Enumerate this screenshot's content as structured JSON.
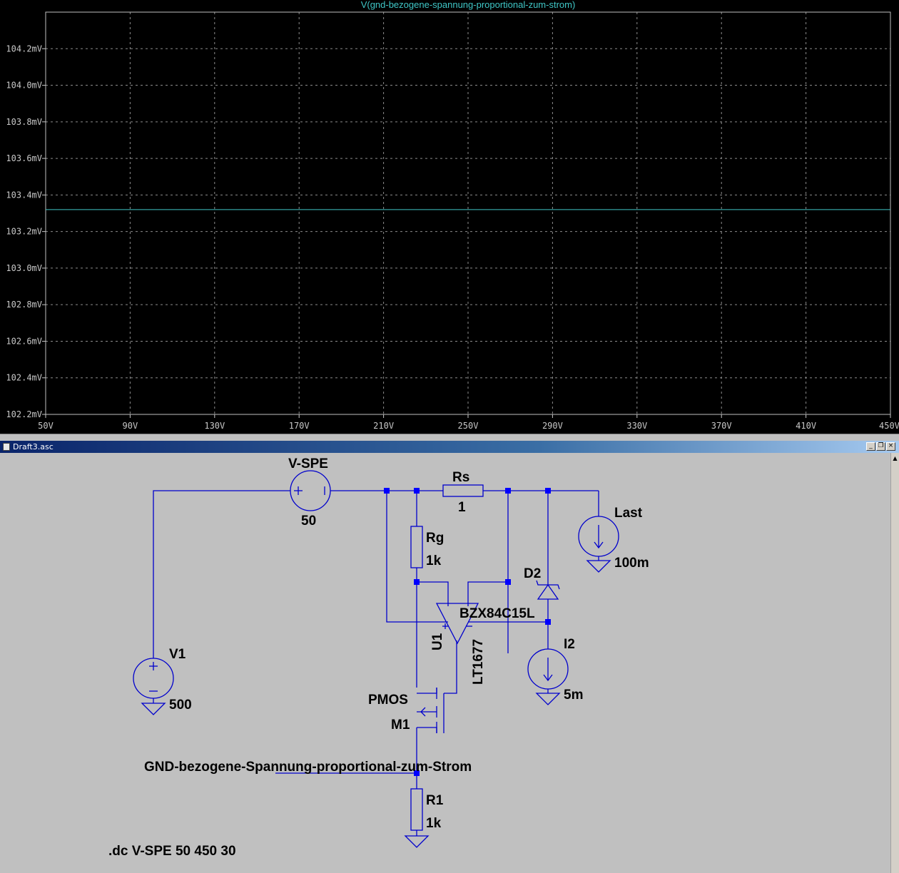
{
  "plot": {
    "trace_label": "V(gnd-bezogene-spannung-proportional-zum-strom)",
    "colors": {
      "background": "#000000",
      "grid": "#8c8c8c",
      "trace": "#3fc6c6",
      "text": "#c8c8c8"
    }
  },
  "chart_data": {
    "type": "line",
    "series": [
      {
        "name": "V(gnd-bezogene-spannung-proportional-zum-strom)",
        "x": [
          50,
          90,
          130,
          170,
          210,
          250,
          290,
          330,
          370,
          410,
          450
        ],
        "y": [
          103.32,
          103.32,
          103.32,
          103.32,
          103.32,
          103.32,
          103.32,
          103.32,
          103.32,
          103.32,
          103.32
        ]
      }
    ],
    "xlim": [
      50,
      450
    ],
    "ylim": [
      102.2,
      104.4
    ],
    "x_ticks": [
      50,
      90,
      130,
      170,
      210,
      250,
      290,
      330,
      370,
      410,
      450
    ],
    "x_tick_labels": [
      "50V",
      "90V",
      "130V",
      "170V",
      "210V",
      "250V",
      "290V",
      "330V",
      "370V",
      "410V",
      "450V"
    ],
    "y_ticks": [
      102.2,
      102.4,
      102.6,
      102.8,
      103.0,
      103.2,
      103.4,
      103.6,
      103.8,
      104.0,
      104.2
    ],
    "y_tick_labels": [
      "102.2mV",
      "102.4mV",
      "102.6mV",
      "102.8mV",
      "103.0mV",
      "103.2mV",
      "103.4mV",
      "103.6mV",
      "103.8mV",
      "104.0mV",
      "104.2mV"
    ],
    "grid": true
  },
  "window": {
    "title": "Draft3.asc",
    "buttons": {
      "minimize": "_",
      "restore": "❐",
      "close": "×"
    }
  },
  "schematic": {
    "colors": {
      "wire": "#0000cc",
      "junction": "#0000ff",
      "text": "#000000"
    },
    "labels": {
      "vspe_name": "V-SPE",
      "vspe_value": "50",
      "rs_name": "Rs",
      "rs_value": "1",
      "last_name": "Last",
      "last_value": "100m",
      "rg_name": "Rg",
      "rg_value": "1k",
      "d2_name": "D2",
      "d2_value": "BZX84C15L",
      "u1_name": "U1",
      "u1_value": "LT1677",
      "i2_name": "I2",
      "i2_value": "5m",
      "v1_name": "V1",
      "v1_value": "500",
      "m1_type": "PMOS",
      "m1_name": "M1",
      "net_label": "GND-bezogene-Spannung-proportional-zum-Strom",
      "r1_name": "R1",
      "r1_value": "1k",
      "directive": ".dc V-SPE 50 450 30"
    }
  }
}
